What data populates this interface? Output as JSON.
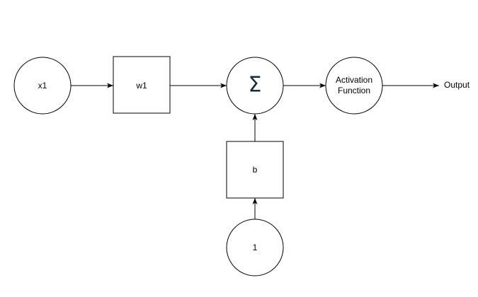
{
  "diagram": {
    "nodes": {
      "x1": {
        "label": "x1"
      },
      "w1": {
        "label": "w1"
      },
      "sum": {
        "label": "Σ"
      },
      "activation": {
        "line1": "Activation",
        "line2": "Function"
      },
      "b": {
        "label": "b"
      },
      "one": {
        "label": "1"
      }
    },
    "output_label": "Output",
    "colors": {
      "stroke": "#000000",
      "fill": "#ffffff",
      "sigma": "#1a2b3c"
    }
  }
}
